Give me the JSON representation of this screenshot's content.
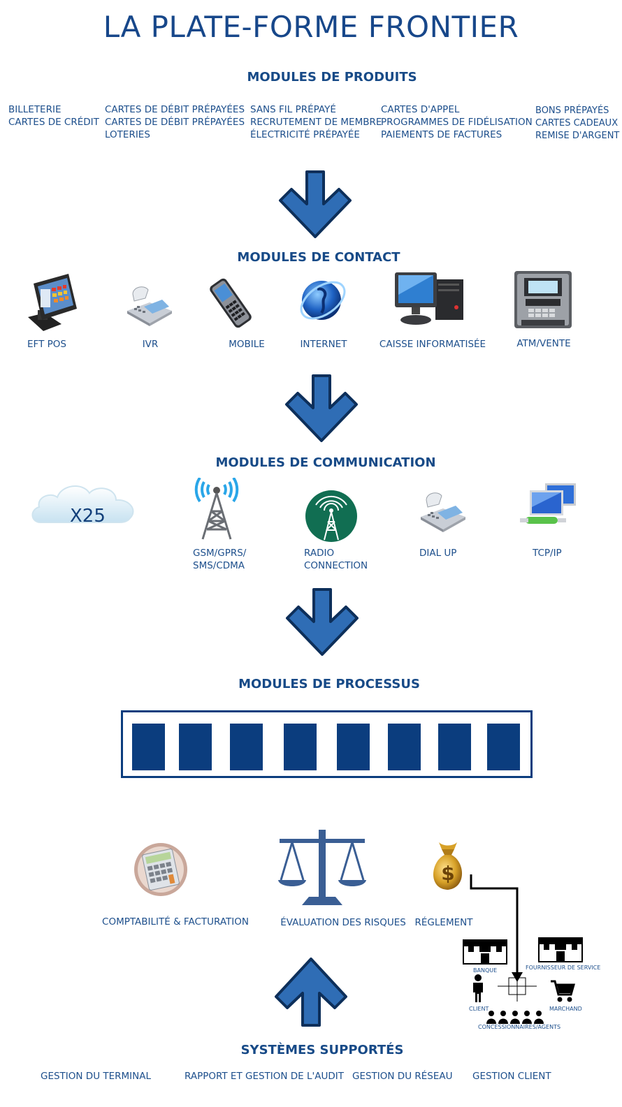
{
  "title": "LA PLATE-FORME FRONTIER",
  "products": {
    "heading": "MODULES DE PRODUITS",
    "columns": [
      [
        "BILLETERIE",
        "CARTES DE CRÉDIT"
      ],
      [
        "CARTES DE DÉBIT PRÉPAYÉES",
        "CARTES DE DÉBIT PRÉPAYÉES",
        "LOTERIES"
      ],
      [
        "SANS FIL PRÉPAYÉ",
        "RECRUTEMENT DE MEMBRE",
        "ÉLECTRICITÉ PRÉPAYÉE"
      ],
      [
        "CARTES D'APPEL",
        "PROGRAMMES DE FIDÉLISATION",
        "PAIEMENTS DE FACTURES"
      ],
      [
        "BONS PRÉPAYÉS",
        "CARTES CADEAUX",
        "REMISE D'ARGENT"
      ]
    ]
  },
  "contact": {
    "heading": "MODULES DE CONTACT",
    "items": [
      {
        "label": "EFT POS",
        "icon": "pos-terminal-icon"
      },
      {
        "label": "IVR",
        "icon": "desk-phone-icon"
      },
      {
        "label": "MOBILE",
        "icon": "mobile-phone-icon"
      },
      {
        "label": "INTERNET",
        "icon": "internet-globe-icon"
      },
      {
        "label": "CAISSE INFORMATISÉE",
        "icon": "desktop-computer-icon"
      },
      {
        "label": "ATM/VENTE",
        "icon": "atm-machine-icon"
      }
    ]
  },
  "communication": {
    "heading": "MODULES DE COMMUNICATION",
    "cloud_label": "X25",
    "items": [
      {
        "label_lines": [
          "GSM/GPRS/",
          "SMS/CDMA"
        ],
        "icon": "cell-tower-icon"
      },
      {
        "label_lines": [
          "RADIO",
          "CONNECTION"
        ],
        "icon": "radio-tower-icon"
      },
      {
        "label_lines": [
          "DIAL UP"
        ],
        "icon": "dial-up-phone-icon"
      },
      {
        "label_lines": [
          "TCP/IP"
        ],
        "icon": "network-computers-icon"
      }
    ]
  },
  "process": {
    "heading": "MODULES DE PROCESSUS",
    "block_count": 8,
    "items": [
      {
        "label": "COMPTABILITÉ & FACTURATION",
        "icon": "calculator-icon"
      },
      {
        "label": "ÉVALUATION DES RISQUES",
        "icon": "scales-icon"
      },
      {
        "label": "RÉGLEMENT",
        "icon": "money-bag-icon"
      }
    ]
  },
  "settlement_network": {
    "bank": "BANQUE",
    "service_provider": "FOURNISSEUR DE SERVICE",
    "client": "CLIENT",
    "merchant": "MARCHAND",
    "agents": "CONCESSIONNAIRES/AGENTS"
  },
  "supported": {
    "heading": "SYSTÈMES SUPPORTÉS",
    "items": [
      "GESTION DU TERMINAL",
      "RAPPORT ET GESTION DE L'AUDIT",
      "GESTION DU RÉSEAU",
      "GESTION CLIENT"
    ]
  },
  "colors": {
    "arrow_fill": "#2f6db5",
    "dark_blue": "#0b3d7e",
    "text_blue": "#1d4f8c"
  }
}
